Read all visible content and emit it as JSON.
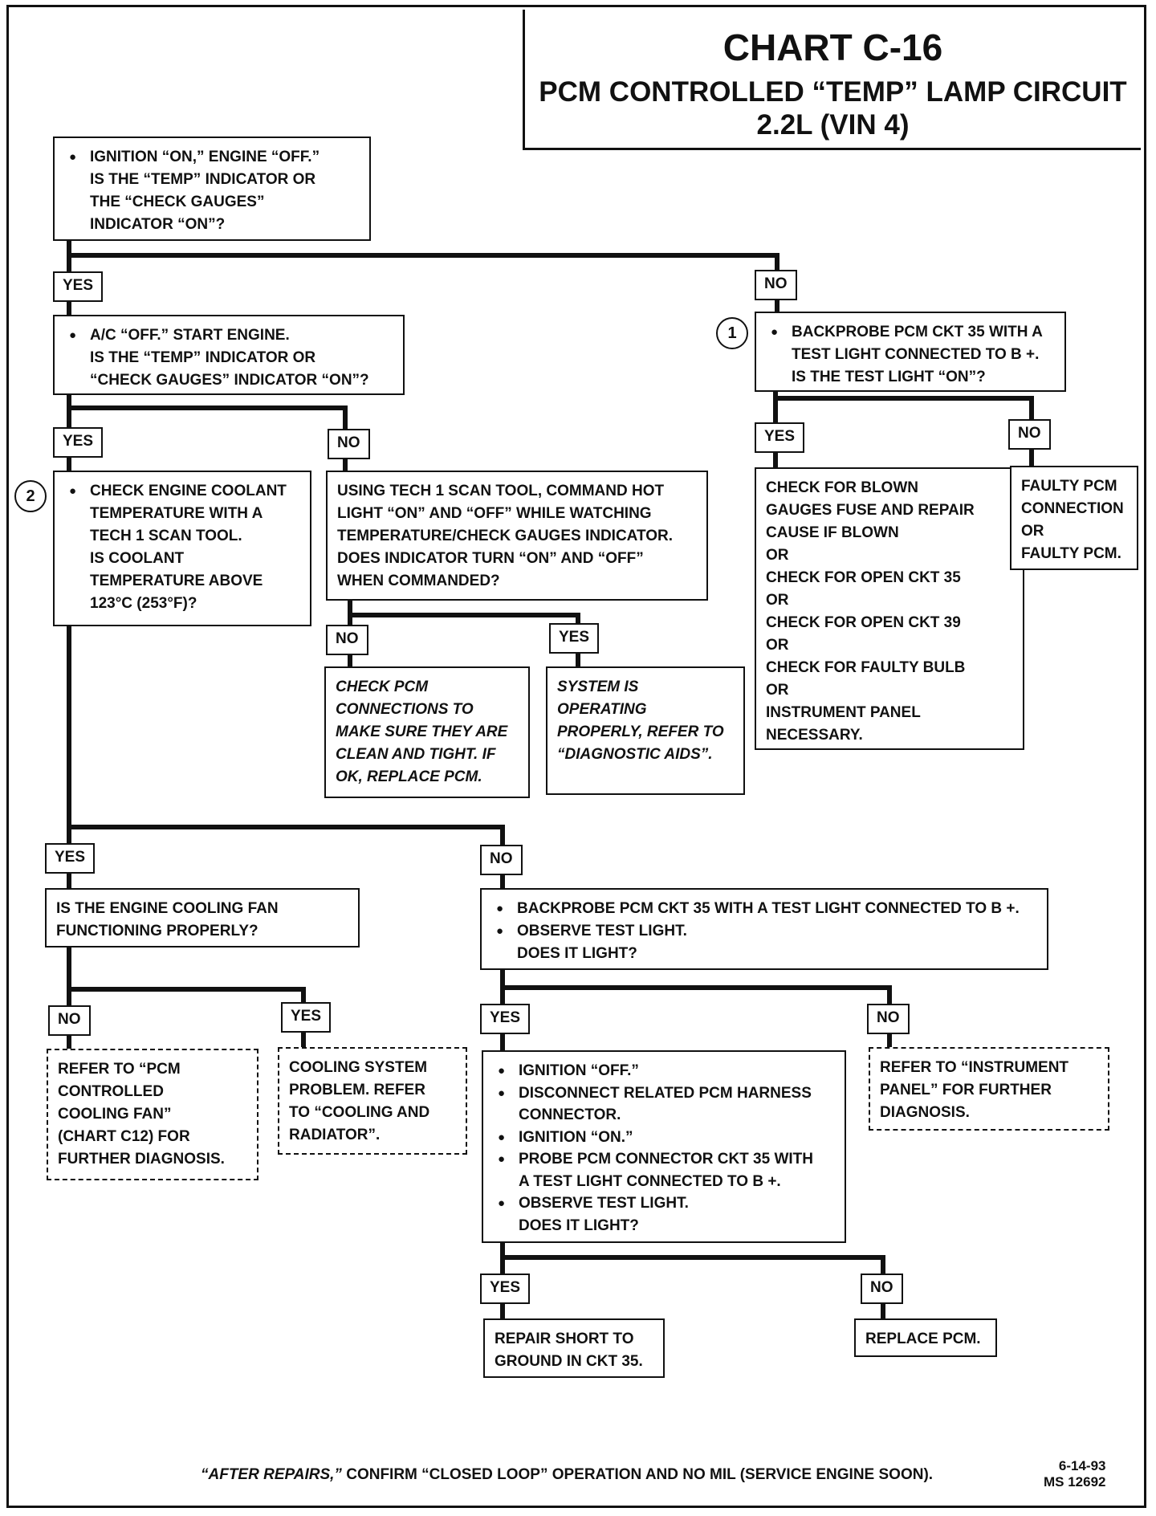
{
  "title": {
    "chart_id": "CHART C-16",
    "line1": "PCM CONTROLLED “TEMP” LAMP CIRCUIT",
    "line2": "2.2L  (VIN 4)"
  },
  "labels": {
    "yes": "YES",
    "no": "NO"
  },
  "circles": {
    "one": "1",
    "two": "2"
  },
  "boxes": {
    "q1": [
      "IGNITION “ON,” ENGINE “OFF.”",
      "IS THE “TEMP” INDICATOR OR",
      "THE “CHECK GAUGES”",
      "INDICATOR “ON”?"
    ],
    "q2": [
      "A/C “OFF.”  START ENGINE.",
      "IS THE “TEMP” INDICATOR OR",
      "“CHECK GAUGES” INDICATOR “ON”?"
    ],
    "q3": [
      "BACKPROBE PCM CKT 35 WITH A",
      "TEST LIGHT CONNECTED TO B +.",
      "IS THE TEST LIGHT “ON”?"
    ],
    "q4": [
      "CHECK ENGINE COOLANT",
      "TEMPERATURE WITH A",
      "TECH 1 SCAN TOOL.",
      "IS COOLANT",
      "TEMPERATURE ABOVE",
      "123°C (253°F)?"
    ],
    "q5": [
      "USING TECH 1  SCAN TOOL, COMMAND HOT",
      "LIGHT “ON” AND “OFF” WHILE WATCHING",
      "TEMPERATURE/CHECK GAUGES INDICATOR.",
      "DOES INDICATOR TURN “ON” AND “OFF”",
      "WHEN COMMANDED?"
    ],
    "r_blown": [
      "CHECK FOR BLOWN",
      "GAUGES FUSE AND REPAIR",
      "CAUSE IF BLOWN",
      "OR",
      "CHECK FOR OPEN CKT 35",
      "OR",
      "CHECK FOR OPEN CKT 39",
      "OR",
      "CHECK FOR FAULTY BULB",
      "OR",
      "INSTRUMENT PANEL",
      "NECESSARY."
    ],
    "r_faulty_pcm": [
      "FAULTY PCM",
      "CONNECTION",
      "OR",
      "FAULTY PCM."
    ],
    "r_check_conn": [
      "CHECK PCM",
      "CONNECTIONS TO",
      "MAKE SURE THEY ARE",
      "CLEAN AND TIGHT.  IF",
      "OK, REPLACE PCM."
    ],
    "r_system_ok": [
      "SYSTEM IS",
      "OPERATING",
      "PROPERLY, REFER TO",
      "“DIAGNOSTIC AIDS”."
    ],
    "q6": [
      "IS THE ENGINE COOLING FAN",
      "FUNCTIONING PROPERLY?"
    ],
    "q7": [
      "BACKPROBE PCM CKT 35 WITH A TEST LIGHT CONNECTED TO B +.",
      "OBSERVE TEST LIGHT.",
      "DOES IT LIGHT?"
    ],
    "r_fan": [
      "REFER TO “PCM",
      "CONTROLLED",
      "COOLING FAN”",
      "(CHART C12) FOR",
      "FURTHER DIAGNOSIS."
    ],
    "r_cooling": [
      "COOLING SYSTEM",
      "PROBLEM.  REFER",
      "TO “COOLING AND",
      "RADIATOR”."
    ],
    "q8": [
      "IGNITION “OFF.”",
      "DISCONNECT RELATED PCM HARNESS",
      "CONNECTOR.",
      "IGNITION “ON.”",
      "PROBE PCM CONNECTOR CKT 35 WITH",
      "A TEST LIGHT CONNECTED TO B +.",
      "OBSERVE TEST LIGHT.",
      "DOES IT LIGHT?"
    ],
    "r_instrument": [
      "REFER TO  “INSTRUMENT",
      "PANEL”  FOR  FURTHER",
      "DIAGNOSIS."
    ],
    "r_short": [
      "REPAIR SHORT TO",
      "GROUND IN CKT 35."
    ],
    "r_replace": [
      "REPLACE PCM."
    ]
  },
  "footer": {
    "after": "“AFTER REPAIRS,”",
    "rest": " CONFIRM “CLOSED LOOP” OPERATION AND NO MIL (SERVICE ENGINE SOON).",
    "date": "6-14-93",
    "ms": "MS 12692"
  }
}
